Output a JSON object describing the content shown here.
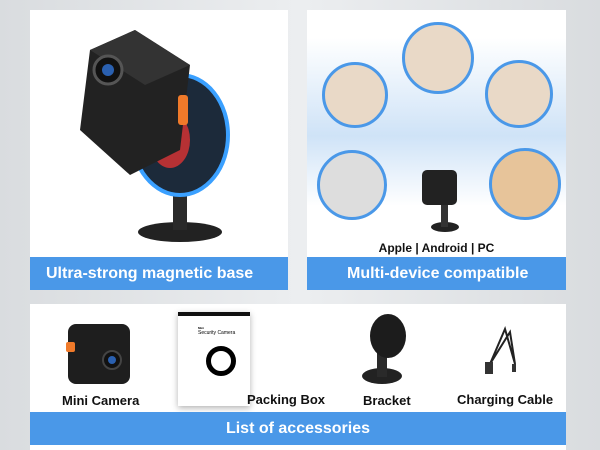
{
  "panels": [
    {
      "caption": "Ultra-strong magnetic base"
    },
    {
      "caption": "Multi-device compatible",
      "platforms": [
        "Apple",
        "Android",
        "PC"
      ],
      "separator": "|"
    },
    {
      "caption": "List of accessories",
      "items": [
        {
          "label": "Mini Camera"
        },
        {
          "label": "Packing Box"
        },
        {
          "label": "Bracket"
        },
        {
          "label": "Charging Cable"
        }
      ],
      "box_text": {
        "brand": "Mini",
        "title": "Security Camera"
      }
    }
  ],
  "colors": {
    "accent": "#4a98e8",
    "camera_accent": "#f07a2a"
  }
}
